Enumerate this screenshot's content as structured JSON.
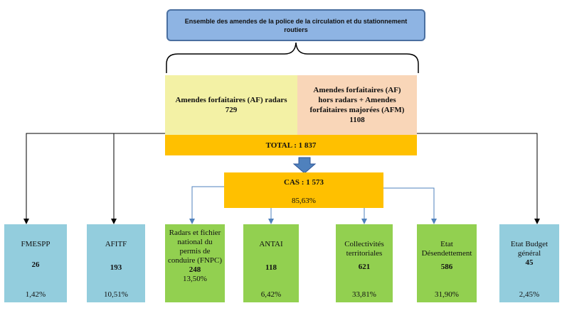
{
  "title": "Ensemble des amendes de la police de la circulation et du stationnement routiers",
  "af_radars": {
    "label": "Amendes forfaitaires (AF) radars",
    "value": "729"
  },
  "af_hors_radars": {
    "label": "Amendes forfaitaires  (AF) hors radars + Amendes forfaitaires majorées (AFM)",
    "value": "1108"
  },
  "total": "TOTAL : 1 837",
  "cas": {
    "label": "CAS : 1 573",
    "pct": "85,63%"
  },
  "destinations": [
    {
      "name": "FMESPP",
      "amount": "26",
      "pct": "1,42%",
      "color": "#93cddd"
    },
    {
      "name": "AFITF",
      "amount": "193",
      "pct": "10,51%",
      "color": "#93cddd"
    },
    {
      "name": "Radars et fichier national du permis de conduire (FNPC)",
      "amount": "248",
      "pct": "13,50%",
      "color": "#92d050"
    },
    {
      "name": "ANTAI",
      "amount": "118",
      "pct": "6,42%",
      "color": "#92d050"
    },
    {
      "name": "Collectivités territoriales",
      "amount": "621",
      "pct": "33,81%",
      "color": "#92d050"
    },
    {
      "name": "Etat Désendettement",
      "amount": "586",
      "pct": "31,90%",
      "color": "#92d050"
    },
    {
      "name": "Etat Budget général",
      "amount": "45",
      "pct": "2,45%",
      "color": "#93cddd"
    }
  ]
}
